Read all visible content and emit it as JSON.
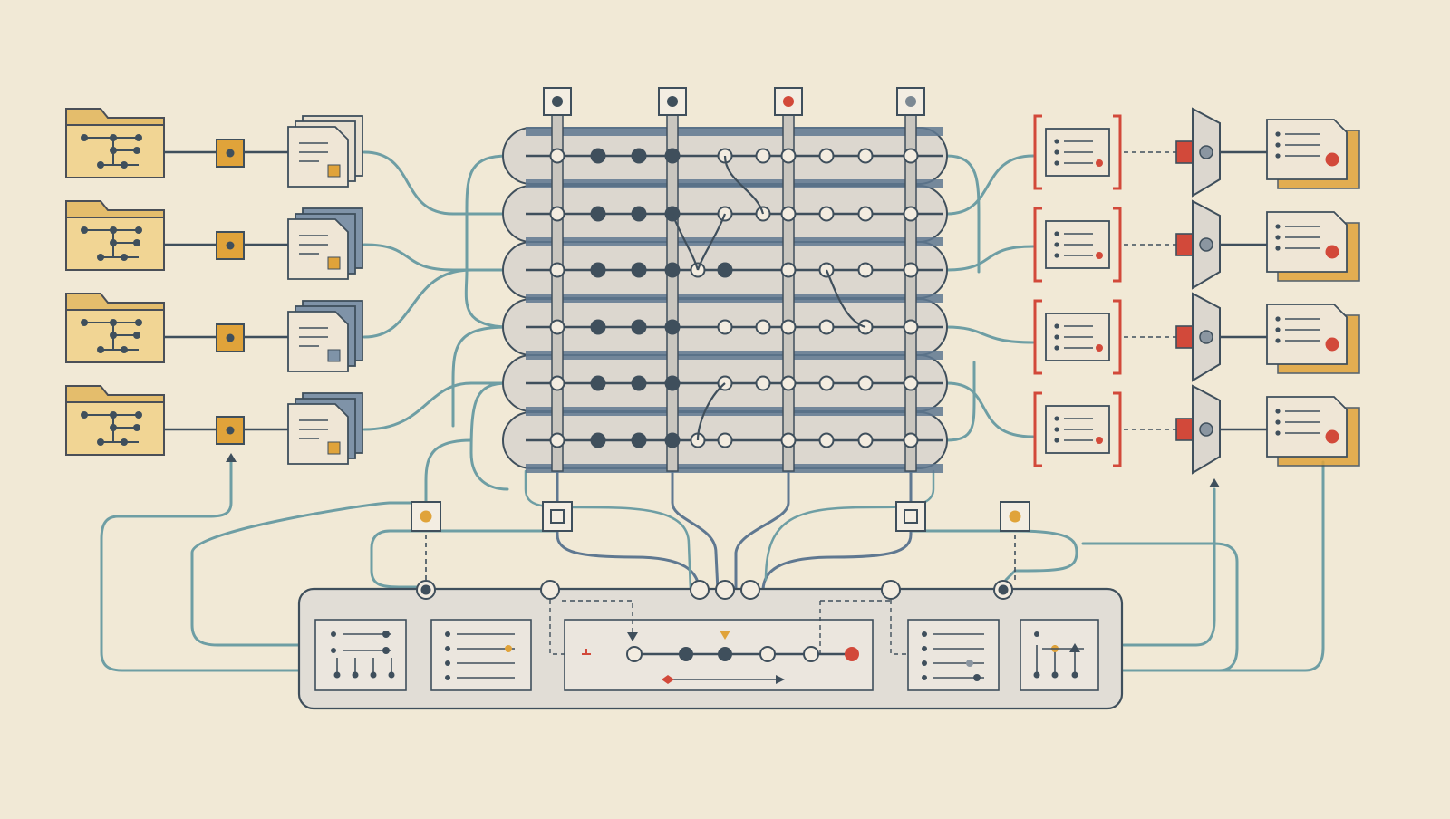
{
  "colors": {
    "background": "#f1e9d6",
    "ink": "#3f4f5c",
    "teal": "#6e9ea4",
    "folder_fill": "#f1d594",
    "folder_tab": "#e4bd6c",
    "folder_stroke": "#4a4f57",
    "amber": "#e0a33a",
    "slate_blue": "#7f93a8",
    "rail_fill": "#dcd7cf",
    "rail_band": "#5f7891",
    "red": "#d2493a",
    "gray_panel": "#e1ddd6",
    "paper": "#efe6d6",
    "hollow_node": "#f3ece0"
  },
  "icons": {
    "input_folder": "folder-tree-icon",
    "input_connector": "square-port-icon",
    "input_document": "document-stack-icon",
    "column_port": "square-port-icon",
    "output_card": "bracketed-card-icon",
    "output_mux": "trapezoid-mux-icon",
    "output_document": "document-stack-icon",
    "control_panel": "console-panel-icon",
    "arrow": "arrow-head-icon"
  },
  "diagram": {
    "input_rows": 4,
    "output_rows": 4,
    "grid_rows": 6,
    "grid_columns": 4
  }
}
